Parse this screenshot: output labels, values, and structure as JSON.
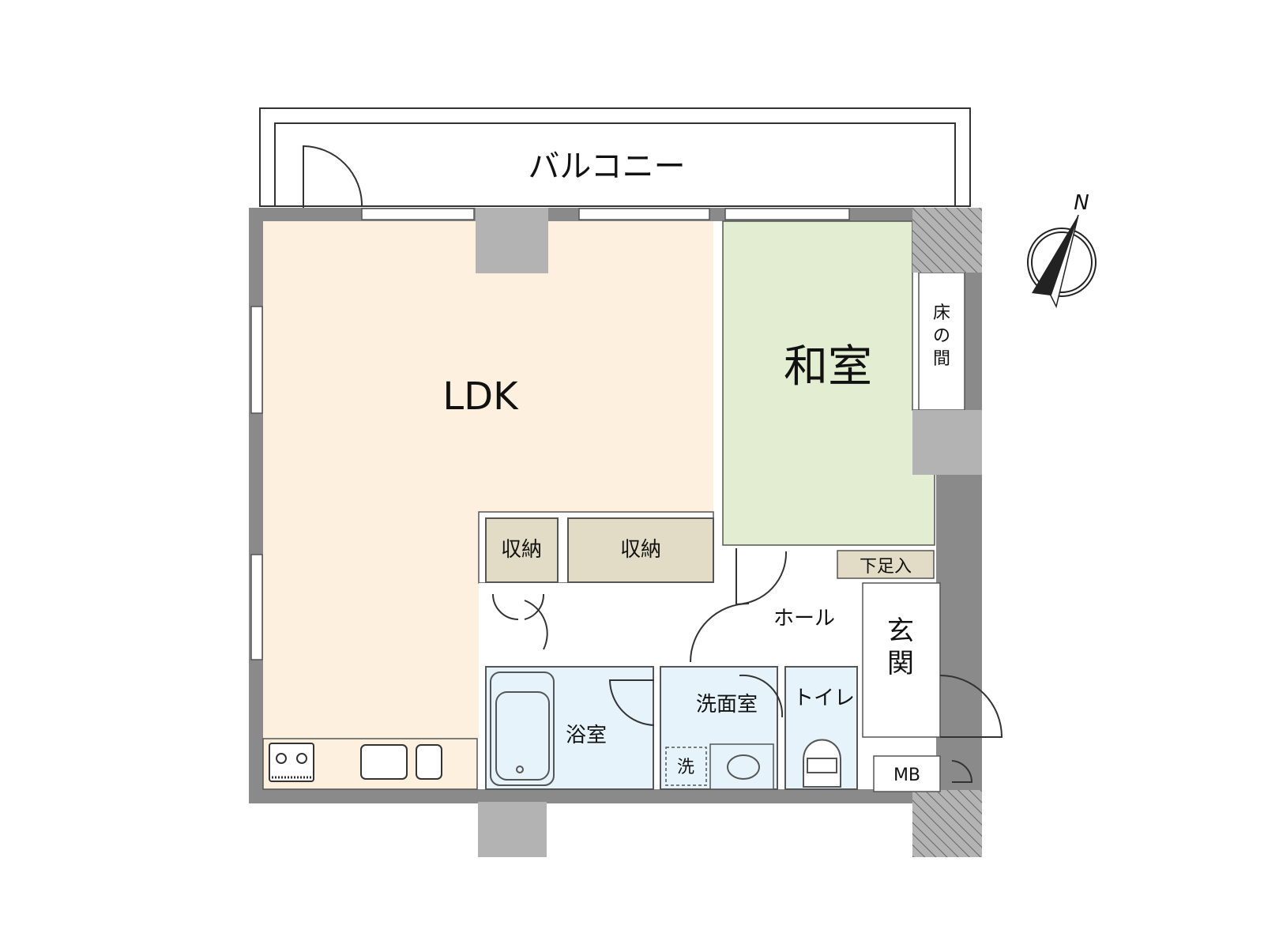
{
  "rooms": {
    "balcony": "バルコニー",
    "ldk": "LDK",
    "washitsu": "和室",
    "tokonoma": [
      "床",
      "の",
      "間"
    ],
    "storage_left": "収納",
    "storage_right": "収納",
    "hall": "ホール",
    "shoe_box": "下足入",
    "entrance": [
      "玄",
      "関"
    ],
    "bathroom": "浴室",
    "washroom": "洗面室",
    "toilet": "トイレ",
    "washer": "洗",
    "meter_box": "MB"
  },
  "compass": {
    "north": "N"
  },
  "colors": {
    "ldk": "#fdf0df",
    "washitsu": "#e2edd1",
    "storage": "#e2dcc6",
    "shoe_box": "#e2dcc6",
    "wet_area": "#e6f3fa",
    "wall": "#8a8a8a",
    "pillar": "#b3b3b3"
  }
}
